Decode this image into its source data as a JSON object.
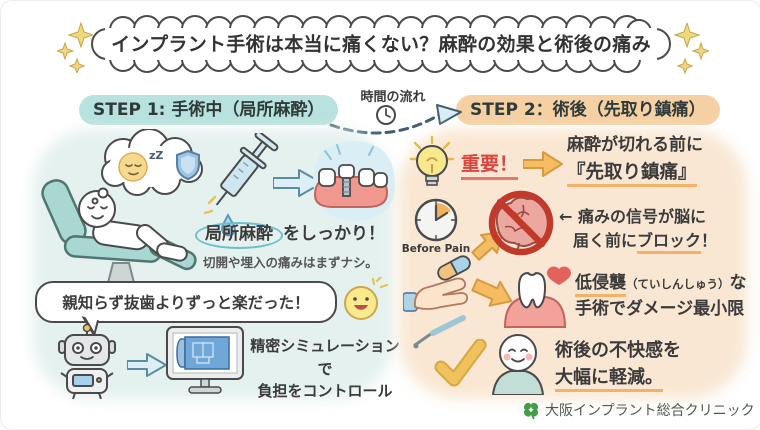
{
  "title": "インプラント手術は本当に痛くない？麻酔の効果と術後の痛み",
  "timeline": {
    "label": "時間の流れ"
  },
  "step1": {
    "header": "STEP 1: 手術中（局所麻酔）",
    "sleep_zzz": "zZ",
    "anesthesia_keyword": "局所麻酔",
    "anesthesia_suffix": "をしっかり！",
    "anesthesia_note": "切開や埋入の痛みはまずナシ。",
    "patient_quote": "親知らず抜歯よりずっと楽だった！",
    "simulation_line1": "精密シミュレーションで",
    "simulation_line2": "負担をコントロール"
  },
  "step2": {
    "header": "STEP 2：術後（先取り鎮痛）",
    "important": "重要！",
    "point1_line1": "麻酔が切れる前に",
    "point1_line2": "『先取り鎮痛』",
    "clock_caption": "Before Pain",
    "point2_line1": "← 痛みの信号が脳に",
    "point2_line2_pre": "届く前に",
    "point2_line2_ul": "ブロック",
    "point2_line2_post": "！",
    "point3_keyword": "低侵襲",
    "point3_reading": "（ていしんしゅう）",
    "point3_suffix": "な",
    "point3_line2": "手術でダメージ最小限",
    "point4_line1": "術後の不快感を",
    "point4_line2": "大幅に軽減。"
  },
  "footer": {
    "clinic": "大阪インプラント総合クリニック"
  },
  "colors": {
    "step1_highlight": "#b7e2de",
    "step2_highlight": "#f5d0a2",
    "left_panel": "#e4f1ef",
    "right_panel": "#f9e7d3",
    "important_red": "#d9453f",
    "underline_orange": "#f3b267",
    "clover_green": "#3f9e47",
    "text": "#3b3b3b"
  },
  "icons": {
    "sparkles": "four-point-stars",
    "timeline_clock": "small-clock",
    "sleeping_face": "sleeping-face-zzz",
    "shield": "protection-shield",
    "syringe": "anesthesia-syringe-with-drop",
    "implant_teeth": "jaw-with-implant",
    "happy_face": "happy-open-mouth-face",
    "robot": "friendly-robot",
    "monitor": "simulation-monitor",
    "lightbulb": "idea-lightbulb",
    "before_pain_clock": "clock-orange-wedge",
    "capsule": "pill-capsule",
    "brain_block": "brain-with-no-entry-sign",
    "hand": "open-palm-hand",
    "dental_tool": "dental-probe",
    "tooth_heart": "tooth-on-gum-with-heart",
    "checkmark": "yellow-check",
    "patient_face": "relieved-person",
    "clover": "four-leaf-clover"
  }
}
